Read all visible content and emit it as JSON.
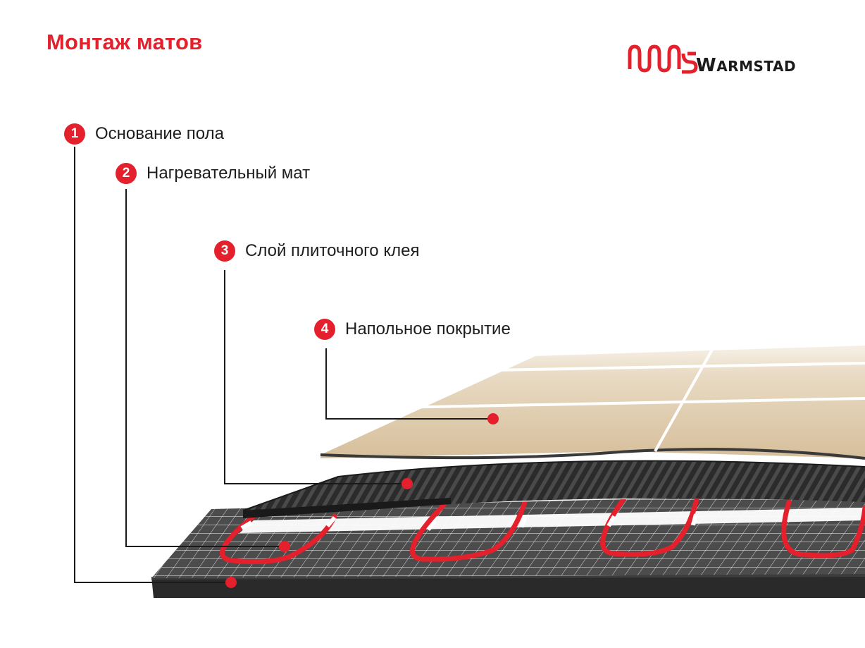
{
  "title": "Монтаж матов",
  "brand": {
    "name_first": "W",
    "name_rest": "ARMSTAD",
    "logo_accent": "#e3202b"
  },
  "layers": [
    {
      "number": "1",
      "label": "Основание пола"
    },
    {
      "number": "2",
      "label": "Нагревательный мат"
    },
    {
      "number": "3",
      "label": "Слой плиточного клея"
    },
    {
      "number": "4",
      "label": "Напольное покрытие"
    }
  ],
  "colors": {
    "accent": "#e3202b",
    "tile": "#dcc7a6",
    "adhesive": "#2f2f2f",
    "mat": "#3a3a3a",
    "cable": "#e3202b"
  }
}
